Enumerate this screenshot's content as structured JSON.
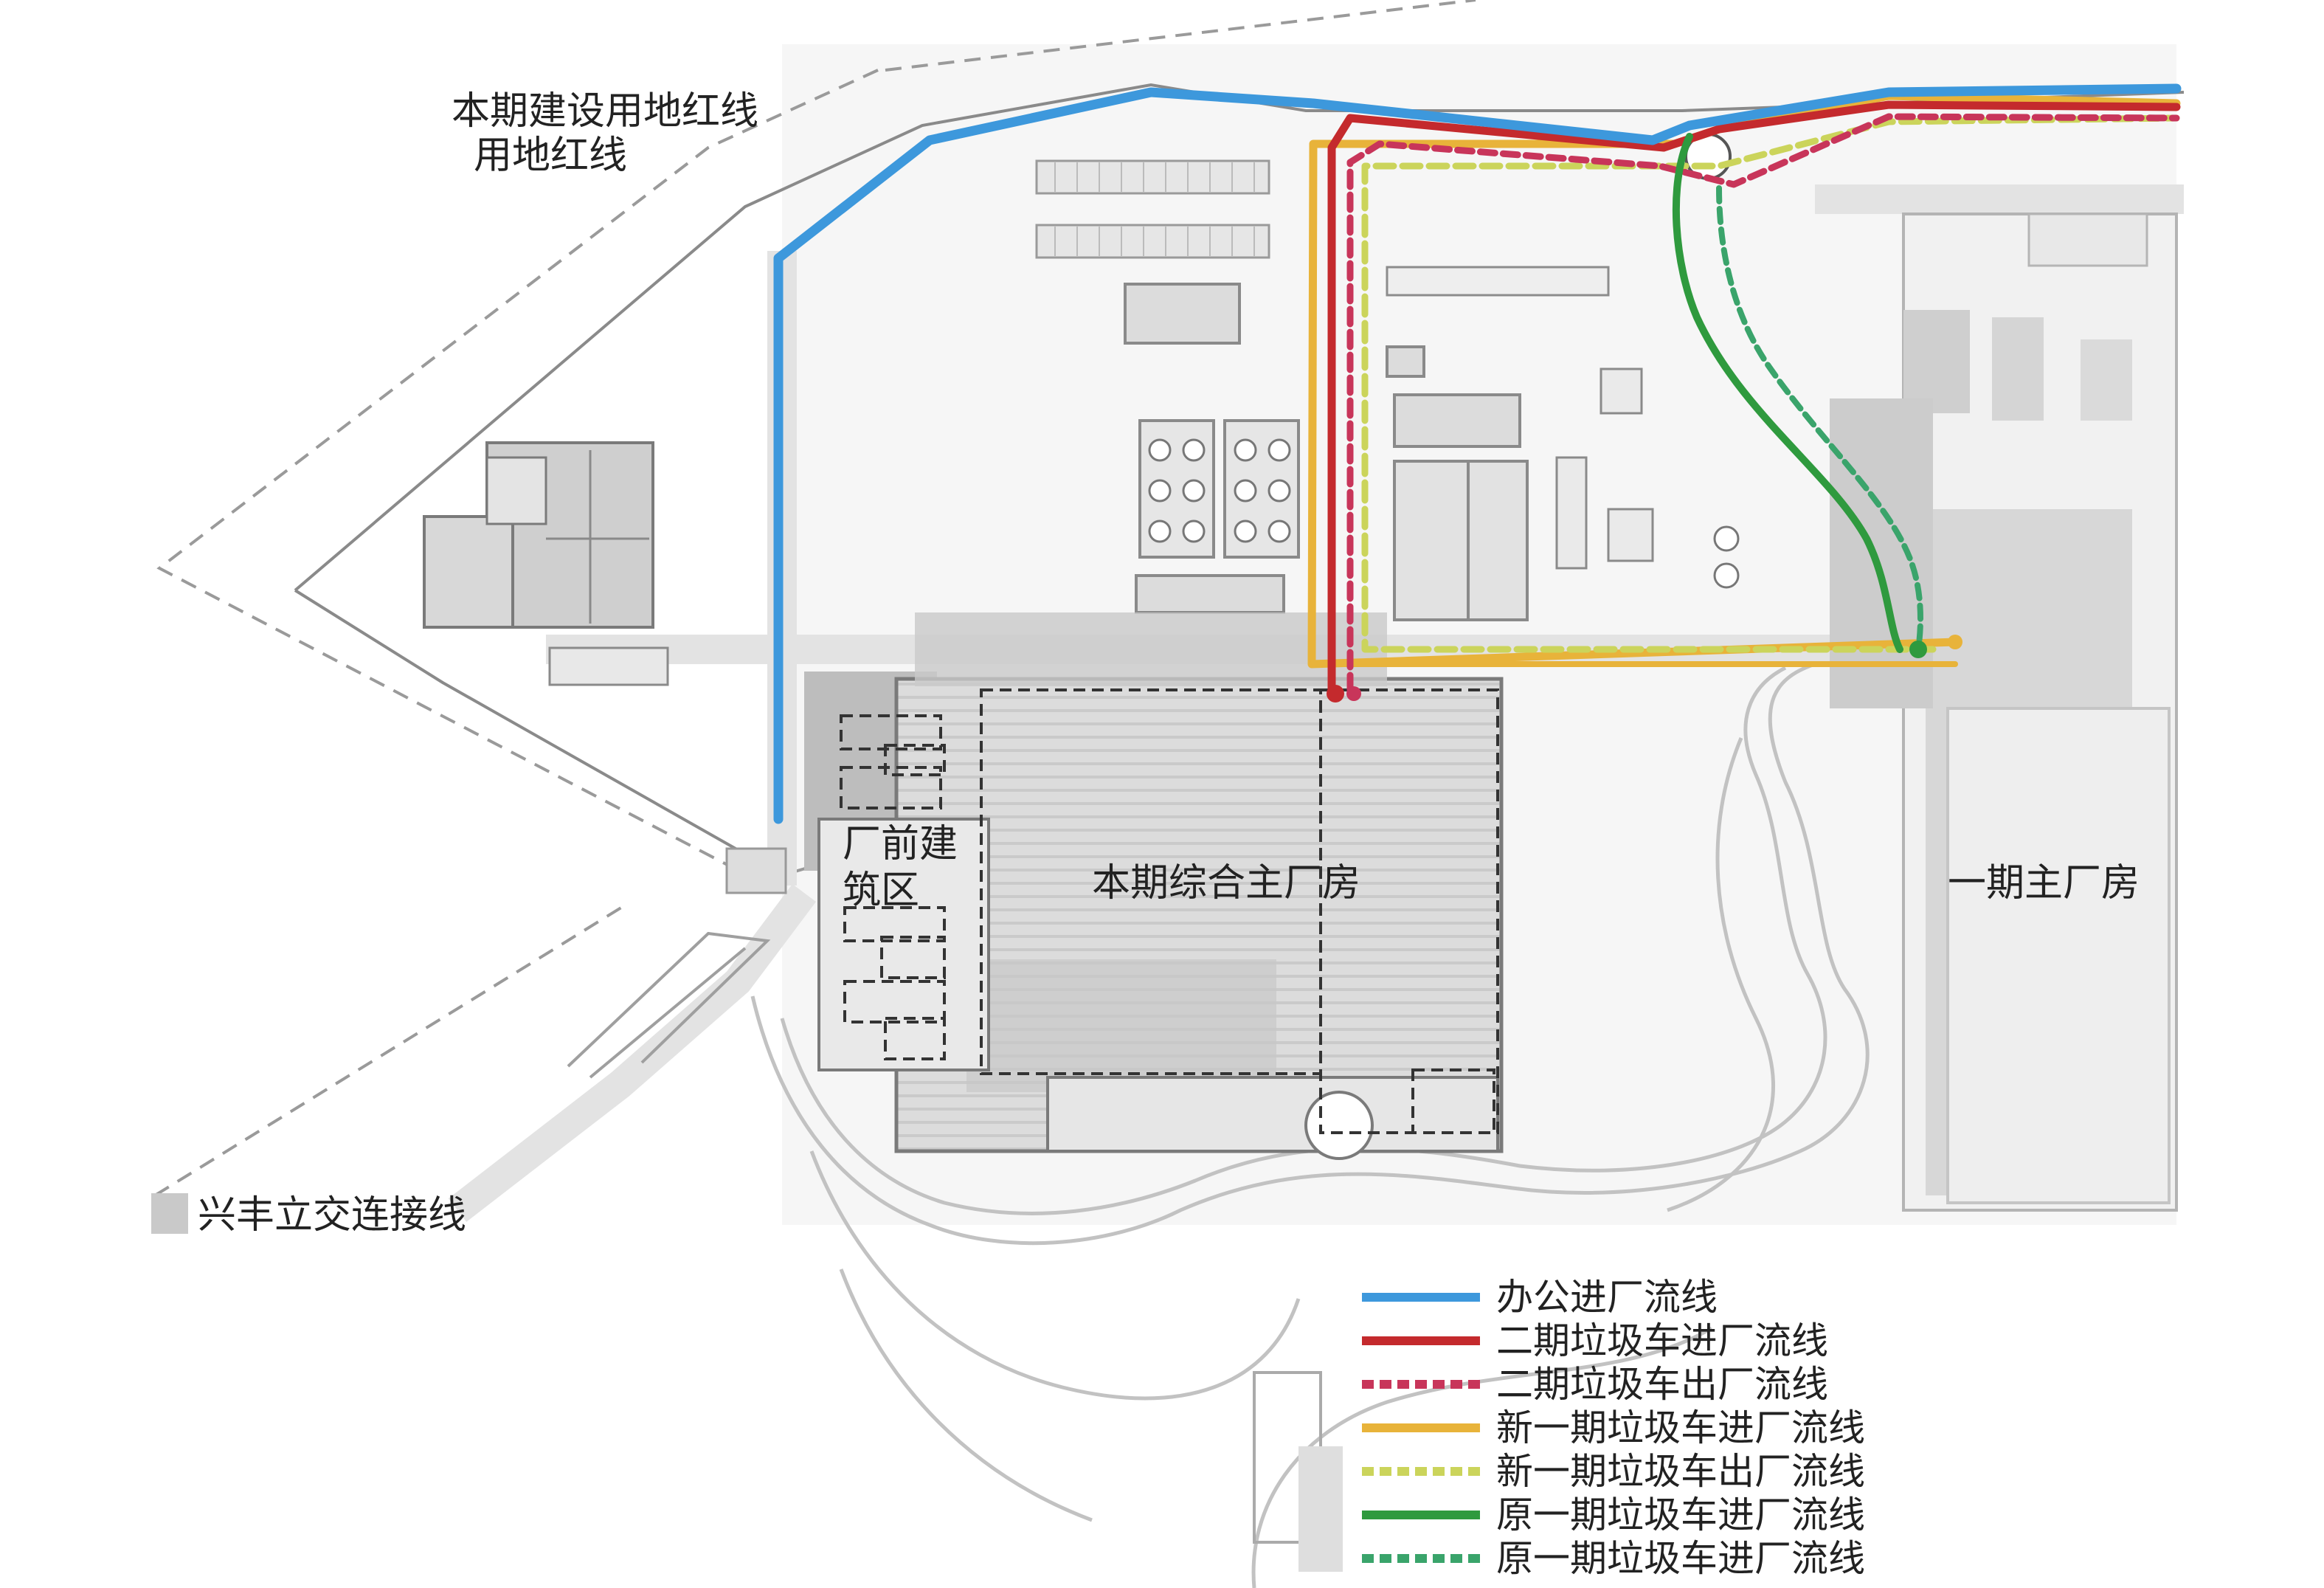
{
  "labels": {
    "redline_1": "本期建设用地红线",
    "redline_2": "用地红线",
    "plant_main": "本期综合主厂房",
    "front_area_1": "厂前建",
    "front_area_2": "筑区",
    "phase1_plant": "一期主厂房",
    "interchange": "兴丰立交连接线"
  },
  "legend": [
    {
      "label": "办公进厂流线",
      "color": "#3d98dc",
      "style": "solid"
    },
    {
      "label": "二期垃圾车进厂流线",
      "color": "#c42a2d",
      "style": "solid"
    },
    {
      "label": "二期垃圾车出厂流线",
      "color": "#c8355a",
      "style": "dashed"
    },
    {
      "label": "新一期垃圾车进厂流线",
      "color": "#e8b33a",
      "style": "solid"
    },
    {
      "label": "新一期垃圾车出厂流线",
      "color": "#cbd45b",
      "style": "dashed"
    },
    {
      "label": "原一期垃圾车进厂流线",
      "color": "#2f9a3e",
      "style": "solid"
    },
    {
      "label": "原一期垃圾车进厂流线",
      "color": "#3aa46b",
      "style": "dashed"
    }
  ]
}
